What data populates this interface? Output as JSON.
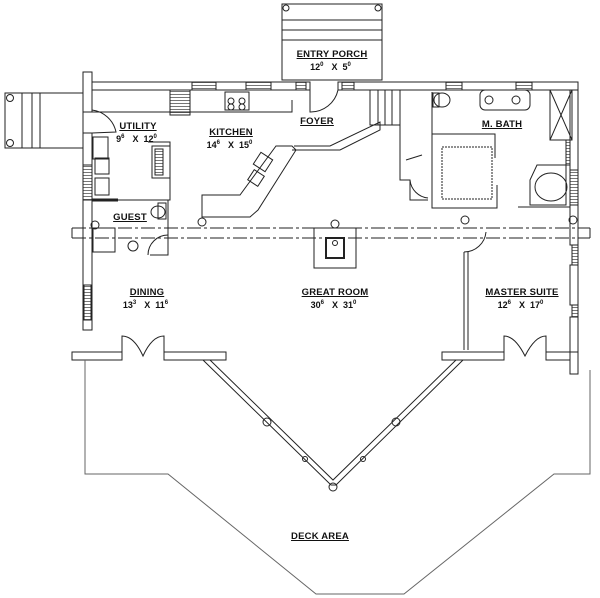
{
  "plan": {
    "colors": {
      "line": "#222222",
      "hatch": "#888888",
      "background": "#ffffff"
    },
    "rooms": [
      {
        "id": "entry-porch",
        "name": "ENTRY PORCH",
        "dim_a": "12",
        "dim_a_sup": "0",
        "dim_b": "5",
        "dim_b_sup": "0"
      },
      {
        "id": "utility",
        "name": "UTILITY",
        "dim_a": "9",
        "dim_a_sup": "6",
        "dim_b": "12",
        "dim_b_sup": "0"
      },
      {
        "id": "kitchen",
        "name": "KITCHEN",
        "dim_a": "14",
        "dim_a_sup": "6",
        "dim_b": "15",
        "dim_b_sup": "0"
      },
      {
        "id": "foyer",
        "name": "FOYER"
      },
      {
        "id": "m-bath",
        "name": "M. BATH"
      },
      {
        "id": "guest",
        "name": "GUEST"
      },
      {
        "id": "dining",
        "name": "DINING",
        "dim_a": "13",
        "dim_a_sup": "3",
        "dim_b": "11",
        "dim_b_sup": "6"
      },
      {
        "id": "great-room",
        "name": "GREAT ROOM",
        "dim_a": "30",
        "dim_a_sup": "6",
        "dim_b": "31",
        "dim_b_sup": "0"
      },
      {
        "id": "master-suite",
        "name": "MASTER SUITE",
        "dim_a": "12",
        "dim_a_sup": "6",
        "dim_b": "17",
        "dim_b_sup": "0"
      },
      {
        "id": "deck-area",
        "name": "DECK AREA"
      }
    ]
  }
}
